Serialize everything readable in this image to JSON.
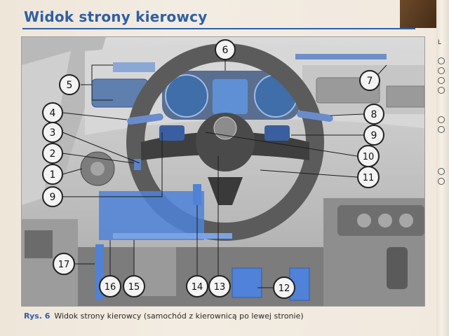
{
  "heading": "Widok strony kierowcy",
  "caption": {
    "label": "Rys. 6",
    "text": "Widok strony kierowcy (samochód z kierownicą po lewej stronie)"
  },
  "callouts": [
    "1",
    "2",
    "3",
    "4",
    "5",
    "6",
    "7",
    "8",
    "9",
    "9",
    "10",
    "11",
    "12",
    "13",
    "14",
    "15",
    "16",
    "17"
  ],
  "margin_letter": "L",
  "colors": {
    "accent": "#2f5fa8",
    "highlight": "#4d7fd6",
    "callout_border": "#222222"
  }
}
